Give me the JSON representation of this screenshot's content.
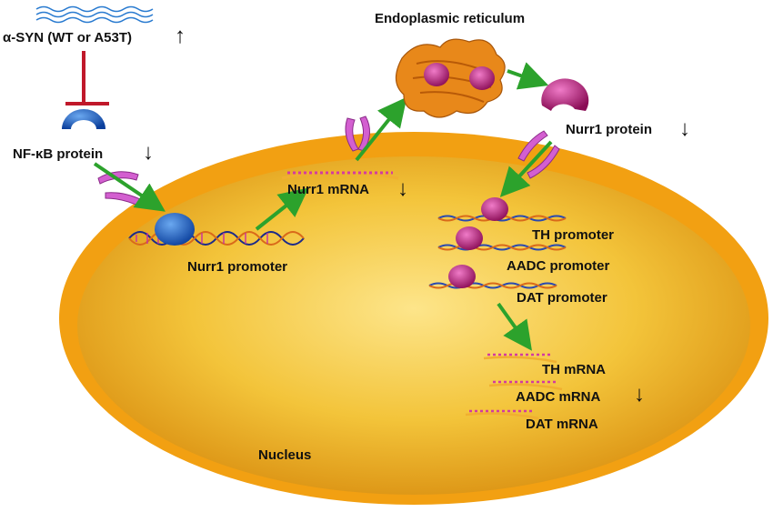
{
  "labels": {
    "asyn": "α-SYN (WT or A53T)",
    "nfkb": "NF-κB protein",
    "er": "Endoplasmic reticulum",
    "nurr1_protein": "Nurr1 protein",
    "nurr1_mrna": "Nurr1 mRNA",
    "nurr1_promoter": "Nurr1 promoter",
    "th_promoter": "TH promoter",
    "aadc_promoter": "AADC promoter",
    "dat_promoter": "DAT promoter",
    "th_mrna": "TH mRNA",
    "aadc_mrna": "AADC mRNA",
    "dat_mrna": "DAT mRNA",
    "nucleus": "Nucleus"
  },
  "trends": {
    "asyn": "↑",
    "nfkb": "↓",
    "nurr1_mrna": "↓",
    "nurr1_protein": "↓",
    "target_mrnas": "↓"
  },
  "colors": {
    "nucleus_outer": "#f2a012",
    "nucleus_inner": "#e8a418",
    "nfkb_protein": "#1565c8",
    "nurr1_protein": "#c0187c",
    "pore": "#d35fd0",
    "arrow": "#2ca22c",
    "inhibition": "#c0182a",
    "er": "#e8881a",
    "rna": "#2a7bd0"
  }
}
